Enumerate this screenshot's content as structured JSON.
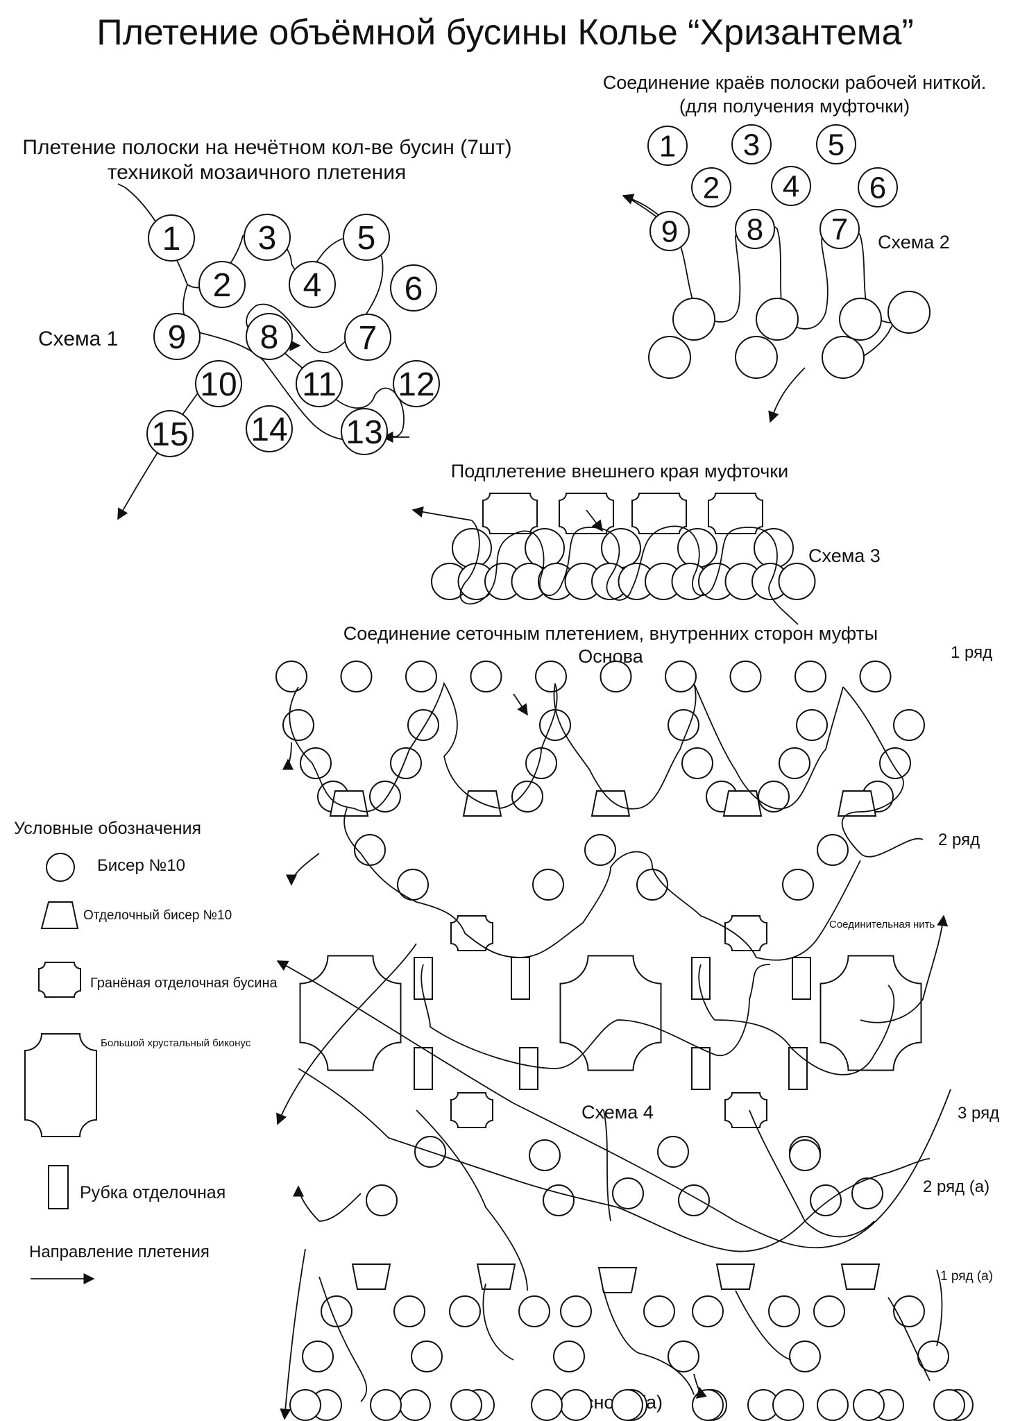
{
  "title": "Плетение объёмной бусины Колье “Хризантема”",
  "scheme1": {
    "caption_line1": "Плетение полоски на нечётном кол-ве бусин (7шт)",
    "caption_line2": "техникой мозаичного плетения",
    "label": "Схема 1",
    "beads": [
      "1",
      "2",
      "3",
      "4",
      "5",
      "6",
      "7",
      "8",
      "9",
      "10",
      "11",
      "12",
      "13",
      "14",
      "15"
    ]
  },
  "scheme2": {
    "caption_line1": "Соединение краёв полоски рабочей ниткой.",
    "caption_line2": "(для получения муфточки)",
    "label": "Схема 2",
    "beads": [
      "1",
      "2",
      "3",
      "4",
      "5",
      "6",
      "7",
      "8",
      "9"
    ]
  },
  "scheme3": {
    "caption": "Подплетение внешнего края муфточки",
    "label": "Схема 3"
  },
  "scheme4": {
    "caption": "Соединение сеточным плетением, внутренних сторон муфты",
    "base_top": "Основа",
    "base_bottom": "Основа (а)",
    "label": "Схема 4",
    "row1": "1 ряд",
    "row2": "2 ряд",
    "row3": "3 ряд",
    "row2a": "2 ряд (а)",
    "row1a": "1 ряд (а)",
    "connecting_thread": "Соединительная нить"
  },
  "legend": {
    "title": "Условные обозначения",
    "items": [
      {
        "icon": "round-bead-icon",
        "label": "Бисер №10"
      },
      {
        "icon": "trapezoid-bead-icon",
        "label": "Отделочный бисер №10"
      },
      {
        "icon": "faceted-bead-icon",
        "label": "Гранёная отделочная бусина"
      },
      {
        "icon": "bicone-icon",
        "label": "Большой хрустальный биконус"
      },
      {
        "icon": "bugle-bead-icon",
        "label": "Рубка отделочная"
      }
    ],
    "direction_label": "Направление плетения"
  }
}
